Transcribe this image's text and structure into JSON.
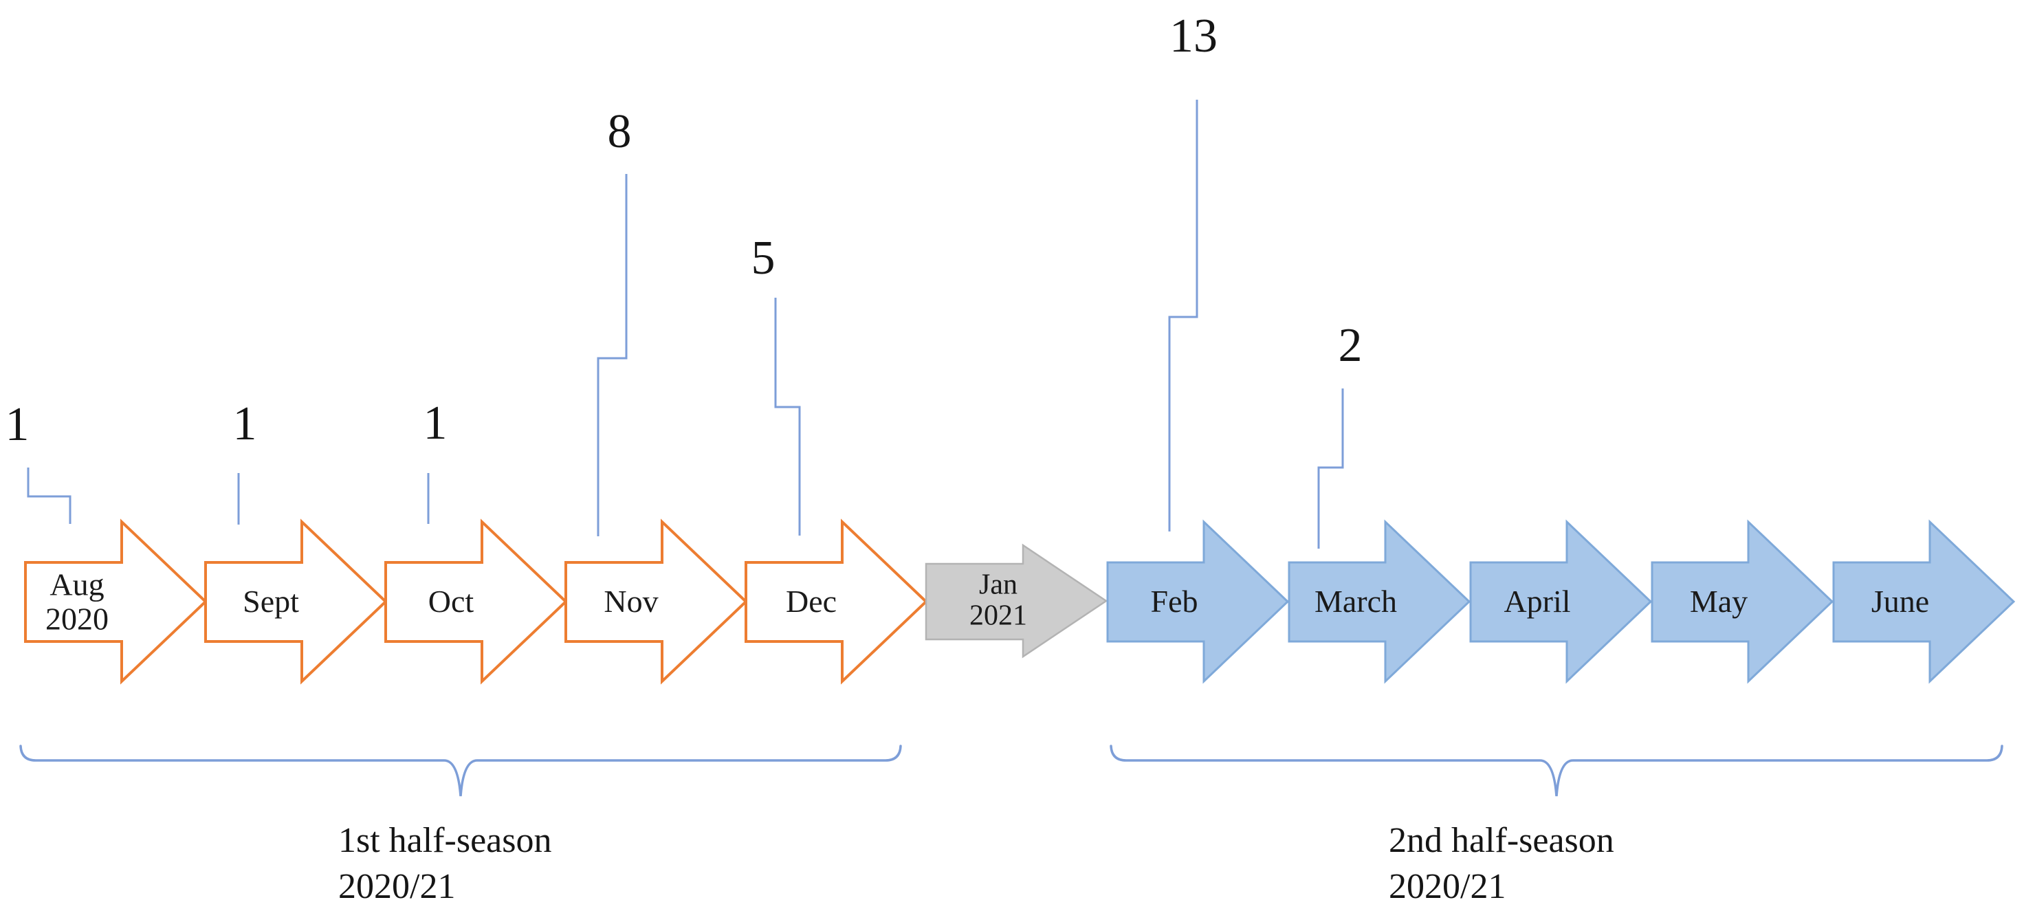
{
  "figure": {
    "type": "season-timeline",
    "months": [
      {
        "label": "Aug",
        "sublabel": "2020",
        "phase": "first-half"
      },
      {
        "label": "Sept",
        "sublabel": "",
        "phase": "first-half"
      },
      {
        "label": "Oct",
        "sublabel": "",
        "phase": "first-half"
      },
      {
        "label": "Nov",
        "sublabel": "",
        "phase": "first-half"
      },
      {
        "label": "Dec",
        "sublabel": "",
        "phase": "first-half"
      },
      {
        "label": "Jan",
        "sublabel": "2021",
        "phase": "transition"
      },
      {
        "label": "Feb",
        "sublabel": "",
        "phase": "second-half"
      },
      {
        "label": "March",
        "sublabel": "",
        "phase": "second-half"
      },
      {
        "label": "April",
        "sublabel": "",
        "phase": "second-half"
      },
      {
        "label": "May",
        "sublabel": "",
        "phase": "second-half"
      },
      {
        "label": "June",
        "sublabel": "",
        "phase": "second-half"
      }
    ],
    "annotations": [
      {
        "value": "1",
        "month": "Aug"
      },
      {
        "value": "1",
        "month": "Sept"
      },
      {
        "value": "1",
        "month": "Oct"
      },
      {
        "value": "8",
        "month": "Nov"
      },
      {
        "value": "5",
        "month": "Dec"
      },
      {
        "value": "13",
        "month": "Feb"
      },
      {
        "value": "2",
        "month": "March"
      }
    ],
    "groups": [
      {
        "line1": "1st half-season",
        "line2": "2020/21",
        "span_months": "Aug-Dec"
      },
      {
        "line1": "2nd half-season",
        "line2": "2020/21",
        "span_months": "Feb-June"
      }
    ],
    "colors": {
      "first_half_outline": "#ED7D31",
      "first_half_fill": "#FFFFFF",
      "transition_fill": "#CDCDCD",
      "transition_border": "#B3B3B3",
      "second_half_fill": "#A7C6E9",
      "second_half_border": "#7FA9D9",
      "leader_line": "#7D9ED8",
      "brace": "#7D9ED8",
      "text": "#1A1A1A"
    }
  }
}
